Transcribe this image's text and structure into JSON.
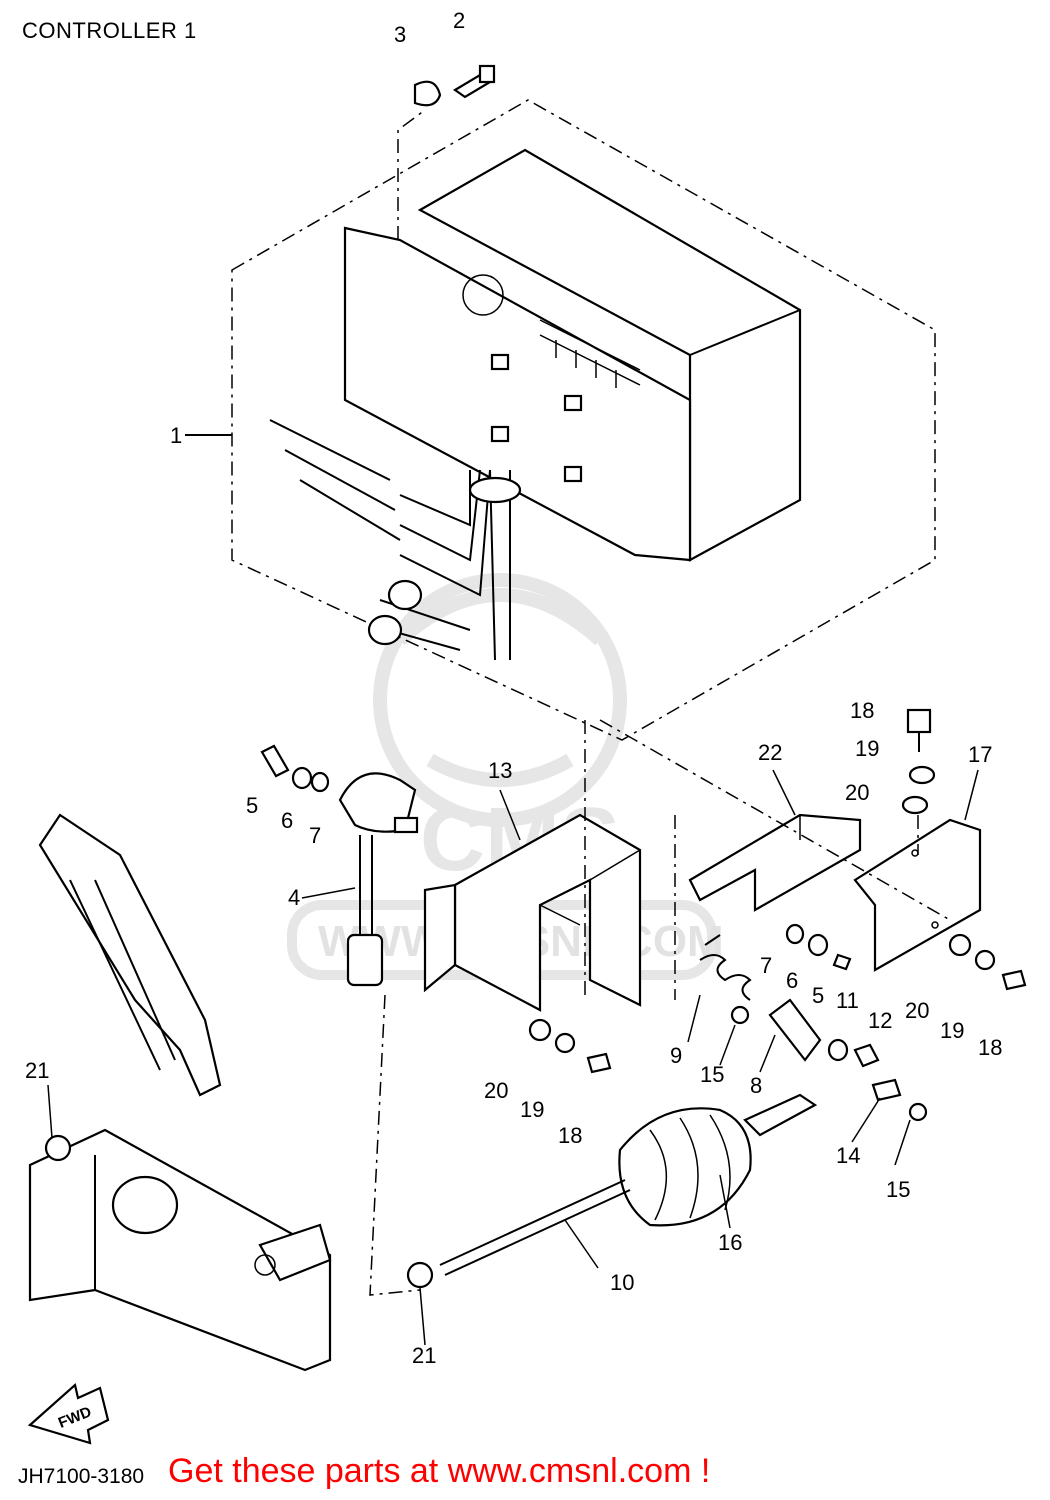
{
  "title": "CONTROLLER 1",
  "drawing_code": "JH7100-3180",
  "cta": "Get these parts at www.cmsnl.com !",
  "watermark": {
    "brand": "CMS",
    "url": "WWW.CMSNL.COM",
    "color": "#e2e2e2"
  },
  "fwd_label": "FWD",
  "callouts": {
    "c1": "1",
    "c2": "2",
    "c3": "3",
    "c4": "4",
    "c5a": "5",
    "c6a": "6",
    "c7a": "7",
    "c5b": "5",
    "c6b": "6",
    "c7b": "7",
    "c8": "8",
    "c9": "9",
    "c10": "10",
    "c11": "11",
    "c12": "12",
    "c13": "13",
    "c14": "14",
    "c15a": "15",
    "c15b": "15",
    "c16": "16",
    "c17": "17",
    "c18a": "18",
    "c18b": "18",
    "c18c": "18",
    "c19a": "19",
    "c19b": "19",
    "c19c": "19",
    "c20a": "20",
    "c20b": "20",
    "c20c": "20",
    "c21a": "21",
    "c21b": "21",
    "c22": "22"
  },
  "colors": {
    "line": "#000000",
    "cta": "#ff0000",
    "background": "#ffffff"
  }
}
